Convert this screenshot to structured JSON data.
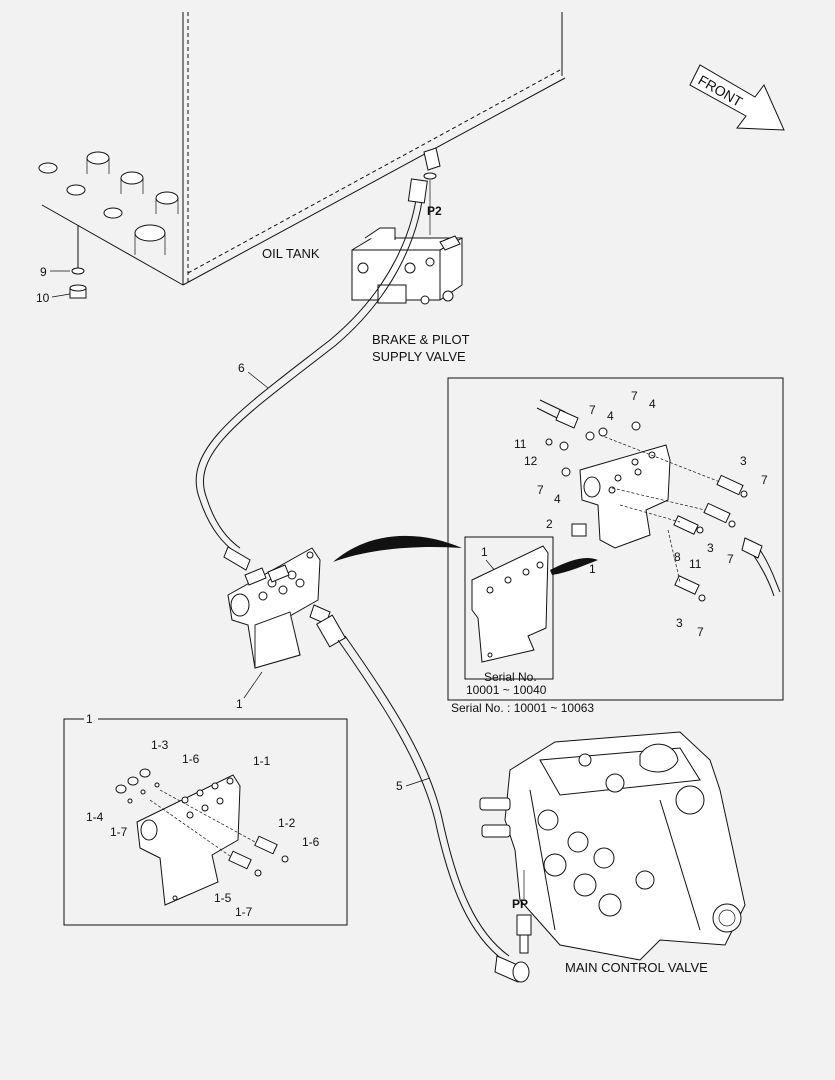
{
  "direction_arrow": "FRONT",
  "components": {
    "oil_tank": "OIL TANK",
    "brake_pilot_line1": "BRAKE & PILOT",
    "brake_pilot_line2": "SUPPLY VALVE",
    "main_control_valve": "MAIN CONTROL VALVE"
  },
  "ports": {
    "p2": "P2",
    "pp": "PP"
  },
  "callouts": {
    "c9": "9",
    "c10": "10",
    "c6": "6",
    "c5": "5",
    "c1_main": "1"
  },
  "inset_serial": {
    "bracket_label": "1",
    "serial_caption": "Serial No.",
    "serial_range": "10001 ~ 10040",
    "parts": [
      {
        "id": "a",
        "text": "7"
      },
      {
        "id": "b",
        "text": "4"
      },
      {
        "id": "c",
        "text": "7"
      },
      {
        "id": "d",
        "text": "4"
      },
      {
        "id": "e",
        "text": "11"
      },
      {
        "id": "f",
        "text": "12"
      },
      {
        "id": "g",
        "text": "3"
      },
      {
        "id": "h",
        "text": "7"
      },
      {
        "id": "i",
        "text": "7"
      },
      {
        "id": "j",
        "text": "4"
      },
      {
        "id": "k",
        "text": "2"
      },
      {
        "id": "l",
        "text": "1"
      },
      {
        "id": "m",
        "text": "8"
      },
      {
        "id": "n",
        "text": "3"
      },
      {
        "id": "o",
        "text": "11"
      },
      {
        "id": "p",
        "text": "7"
      },
      {
        "id": "q",
        "text": "3"
      },
      {
        "id": "r",
        "text": "7"
      }
    ],
    "footer": "Serial No. : 10001 ~ 10063"
  },
  "inset_bracket": {
    "title": "1",
    "parts": [
      {
        "id": "a",
        "text": "1-3"
      },
      {
        "id": "b",
        "text": "1-6"
      },
      {
        "id": "c",
        "text": "1-1"
      },
      {
        "id": "d",
        "text": "1-4"
      },
      {
        "id": "e",
        "text": "1-7"
      },
      {
        "id": "f",
        "text": "1-2"
      },
      {
        "id": "g",
        "text": "1-6"
      },
      {
        "id": "h",
        "text": "1-5"
      },
      {
        "id": "i",
        "text": "1-7"
      }
    ]
  }
}
